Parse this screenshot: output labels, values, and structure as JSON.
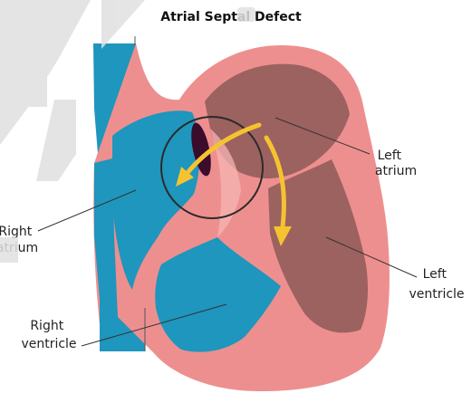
{
  "title": "Atrial Septal Defect",
  "labels": {
    "left_atrium_line1": "Left",
    "left_atrium_line2": "atrium",
    "right_atrium_line1": "Right",
    "right_atrium_line2": "atrium",
    "left_ventricle_line1": "Left",
    "left_ventricle_line2": "ventricle",
    "right_ventricle_line1": "Right",
    "right_ventricle_line2": "ventricle"
  },
  "colors": {
    "background": "#ffffff",
    "deoxygenated_blood": "#1e96bd",
    "oxygenated_blood": "#9c625f",
    "heart_wall": "#ee8f8f",
    "heart_wall_light": "#f5b5b3",
    "arrow": "#f5c330",
    "septal_hole": "#3b0c2c",
    "watermark": "#e0e0e0"
  }
}
